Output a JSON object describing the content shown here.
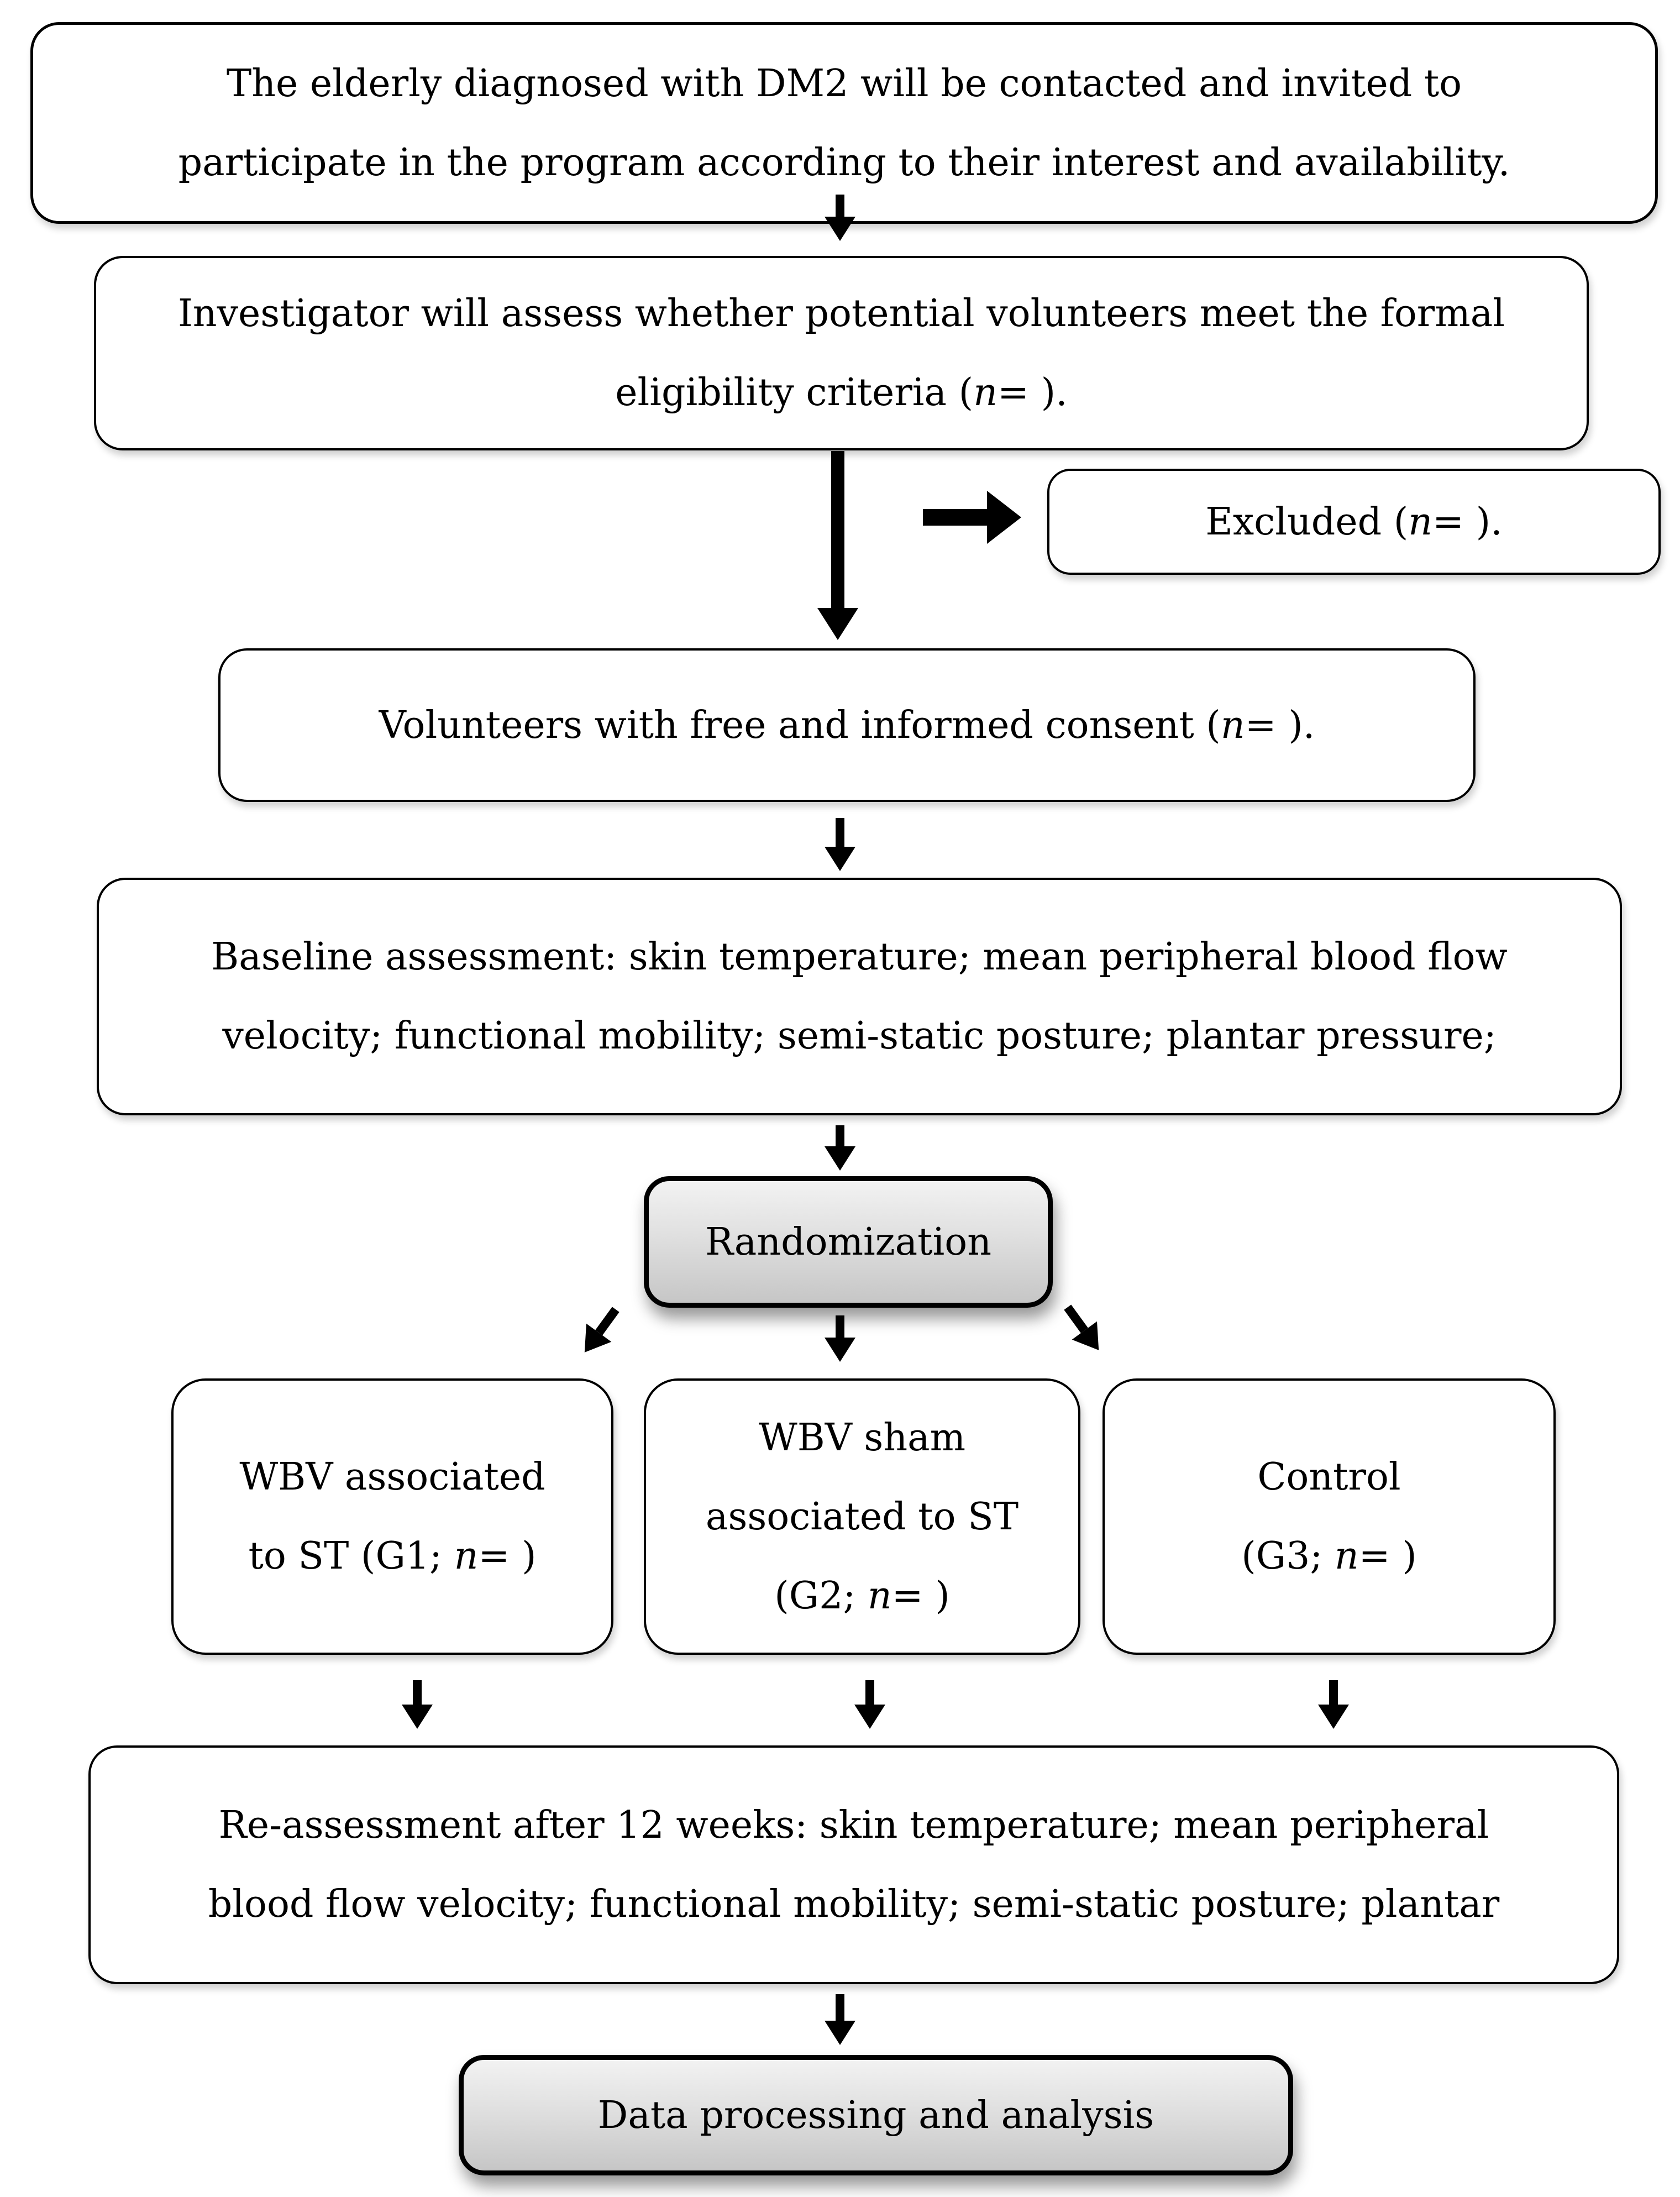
{
  "figure": {
    "type": "flowchart",
    "boxes": {
      "contact": {
        "line1": "The elderly diagnosed with DM2 will be contacted and invited to",
        "line2": "participate in the program according to their interest and availability."
      },
      "eligibility": {
        "line1": "Investigator will assess whether potential volunteers meet the formal",
        "line2_pre": "eligibility criteria (",
        "line2_var": "n",
        "line2_post": "= )."
      },
      "excluded": {
        "pre": "Excluded (",
        "var": "n",
        "post": "= )."
      },
      "consent": {
        "pre": "Volunteers with free and informed consent (",
        "var": "n",
        "post": "= )."
      },
      "baseline": {
        "line1": "Baseline assessment: skin temperature; mean peripheral blood flow",
        "line2": "velocity; functional mobility; semi-static posture; plantar pressure;"
      },
      "randomization": {
        "label": "Randomization"
      },
      "group1": {
        "line1": "WBV associated",
        "line2_pre": "to ST (G1; ",
        "line2_var": "n",
        "line2_post": "= )"
      },
      "group2": {
        "line1": "WBV sham",
        "line2": "associated to ST",
        "line3_pre": "(G2; ",
        "line3_var": "n",
        "line3_post": "= )"
      },
      "group3": {
        "line1": "Control",
        "line2_pre": "(G3; ",
        "line2_var": "n",
        "line2_post": "= )"
      },
      "reassessment": {
        "line1": "Re-assessment after 12 weeks: skin temperature; mean peripheral",
        "line2": "blood flow velocity; functional mobility; semi-static posture; plantar"
      },
      "processing": {
        "label": "Data processing and analysis"
      }
    },
    "colors": {
      "text": "#000000",
      "box_border": "#000000",
      "box_fill": "#ffffff",
      "shaded_fill_top": "#f2f2f2",
      "shaded_fill_bottom": "#c6c6c6",
      "arrow": "#000000"
    }
  }
}
